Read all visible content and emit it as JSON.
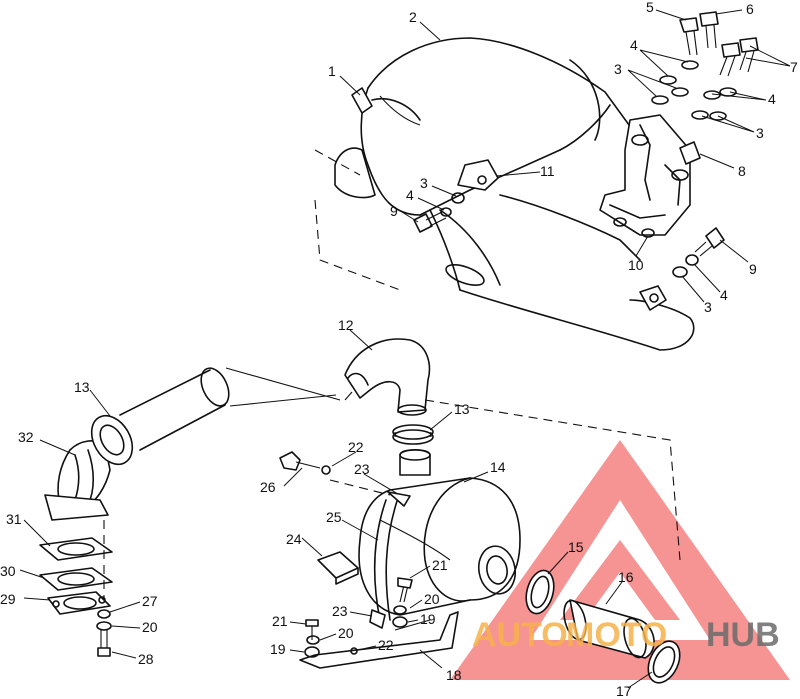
{
  "callouts": [
    "1",
    "2",
    "3",
    "3",
    "3",
    "3",
    "3",
    "4",
    "4",
    "4",
    "4",
    "5",
    "6",
    "7",
    "8",
    "9",
    "9",
    "10",
    "11",
    "12",
    "13",
    "13",
    "14",
    "15",
    "16",
    "17",
    "18",
    "19",
    "19",
    "20",
    "20",
    "20",
    "21",
    "21",
    "22",
    "22",
    "23",
    "23",
    "24",
    "25",
    "26",
    "27",
    "28",
    "29",
    "30",
    "31",
    "32"
  ],
  "watermark": {
    "part1": "AUTO",
    "part2": "MOTO",
    "part3": "HUB",
    "color_primary": "#ee3b3b",
    "color_secondary": "#f6b14a",
    "color_dark": "#6b6b6b"
  }
}
